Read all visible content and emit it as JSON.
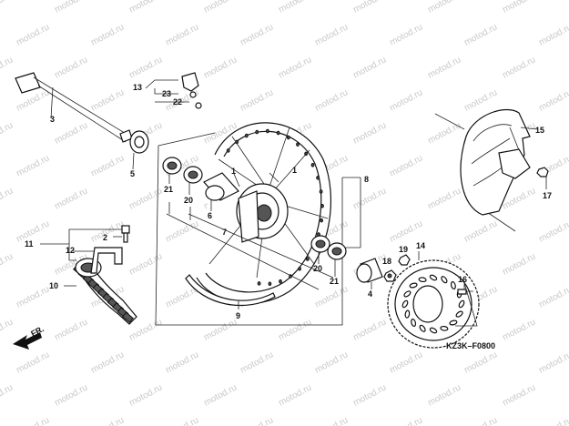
{
  "watermark": {
    "text": "motod.ru"
  },
  "diagram": {
    "code": "KZ3K–F0800"
  },
  "direction": {
    "label": "FR."
  },
  "callouts": {
    "c1a": "1",
    "c1b": "1",
    "c2": "2",
    "c3": "3",
    "c4": "4",
    "c5": "5",
    "c6": "6",
    "c7": "7",
    "c8": "8",
    "c9": "9",
    "c10": "10",
    "c11": "11",
    "c12": "12",
    "c13": "13",
    "c14": "14",
    "c15": "15",
    "c16": "16",
    "c17": "17",
    "c18": "18",
    "c19": "19",
    "c20a": "20",
    "c20b": "20",
    "c21a": "21",
    "c21b": "21",
    "c22": "22",
    "c23": "23"
  }
}
